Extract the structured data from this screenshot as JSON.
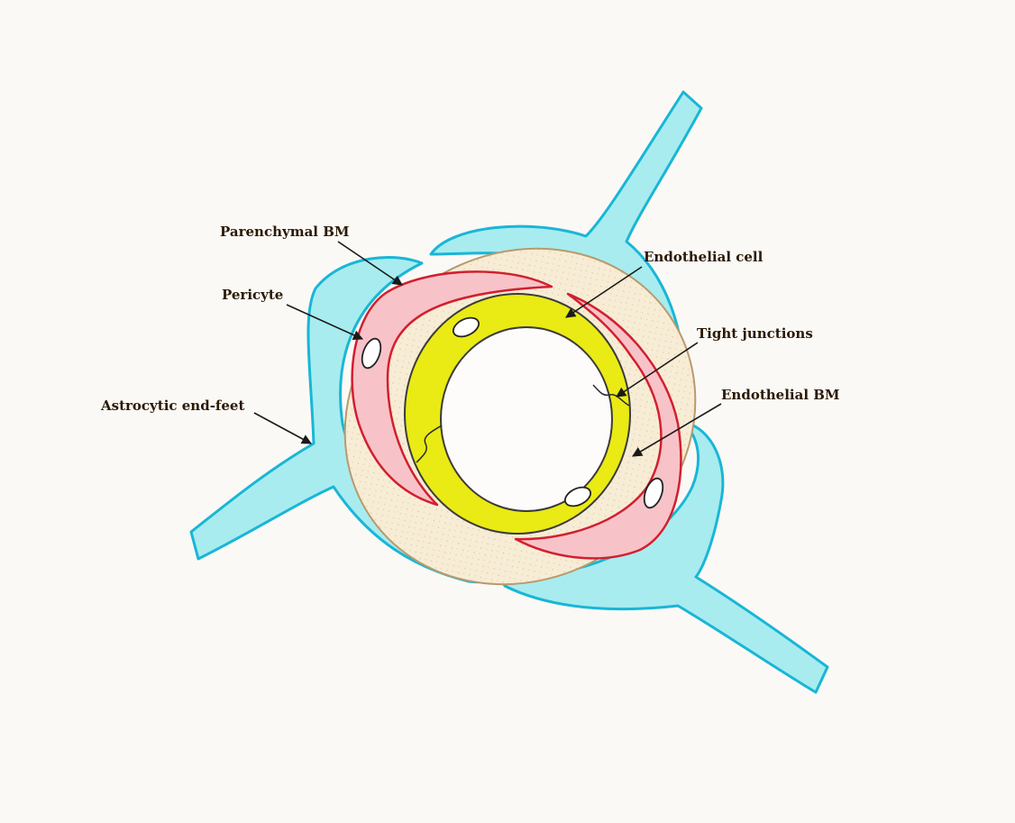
{
  "labels": {
    "parenchymal_bm": "Parenchymal BM",
    "pericyte": "Pericyte",
    "astrocytic_end_feet": "Astrocytic end-feet",
    "endothelial_cell": "Endothelial cell",
    "tight_junctions": "Tight junctions",
    "endothelial_bm": "Endothelial BM"
  },
  "colors": {
    "background": "#fbf9f6",
    "astrocyte_fill": "#a8ecef",
    "astrocyte_stroke": "#19b6d6",
    "basement_membrane": "#f7ecd6",
    "pericyte_fill": "#f7c3c8",
    "pericyte_stroke": "#d21f2f",
    "endothelial_fill": "#eaea14",
    "endothelial_stroke": "#3b3b3b",
    "lumen": "#fdfcfb"
  }
}
